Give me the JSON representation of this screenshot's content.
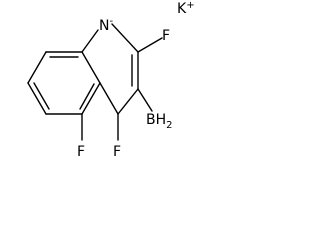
{
  "molecule": {
    "counterion": {
      "symbol": "K",
      "charge": "+"
    },
    "atoms": {
      "nitrogen": {
        "symbol": "N",
        "charge": "-"
      },
      "fluorine_c2": {
        "symbol": "F"
      },
      "fluorine_c4": {
        "symbol": "F"
      },
      "fluorine_c5": {
        "symbol": "F"
      },
      "boron": {
        "symbol": "B",
        "hydrogen": "H",
        "count": "2"
      }
    }
  }
}
